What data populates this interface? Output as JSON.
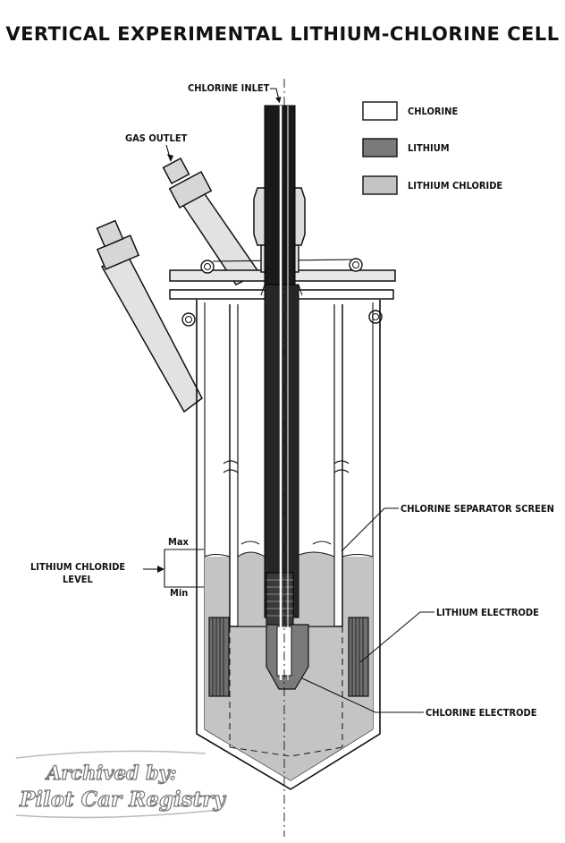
{
  "title": "VERTICAL EXPERIMENTAL LITHIUM-CHLORINE CELL",
  "labels": {
    "chlorine_inlet": "CHLORINE INLET",
    "gas_outlet": "GAS OUTLET",
    "separator_screen": "CHLORINE SEPARATOR SCREEN",
    "lithium_electrode": "LITHIUM ELECTRODE",
    "chlorine_electrode": "CHLORINE ELECTRODE",
    "level_line1": "LITHIUM CHLORIDE",
    "level_line2": "LEVEL",
    "max": "Max",
    "min": "Min"
  },
  "legend": [
    {
      "label": "CHLORINE",
      "color": "#ffffff"
    },
    {
      "label": "LITHIUM",
      "color": "#7a7a7a"
    },
    {
      "label": "LITHIUM CHLORIDE",
      "color": "#c4c4c4"
    }
  ],
  "watermark": {
    "line1": "Archived by:",
    "line2": "Pilot Car Registry"
  }
}
